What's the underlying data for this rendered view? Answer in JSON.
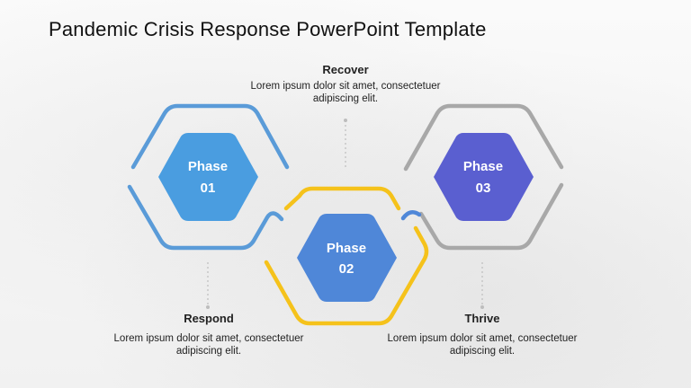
{
  "slide": {
    "title": "Pandemic Crisis Response PowerPoint Template"
  },
  "phases": [
    {
      "line1": "Phase",
      "line2": "01",
      "title": "Respond",
      "desc1": "Lorem ipsum dolor sit amet, consectetuer",
      "desc2": "adipiscing elit.",
      "fill_color": "#4a9de0",
      "outline_color": "#5a9bd8"
    },
    {
      "line1": "Phase",
      "line2": "02",
      "title": "Recover",
      "desc1": "Lorem ipsum dolor sit amet, consectetuer",
      "desc2": "adipiscing elit.",
      "fill_color": "#4f87d8",
      "outline_color": "#f5c21b"
    },
    {
      "line1": "Phase",
      "line2": "03",
      "title": "Thrive",
      "desc1": "Lorem ipsum dolor sit amet, consectetuer",
      "desc2": "adipiscing elit.",
      "fill_color": "#5a5fd0",
      "outline_color": "#a8a8a8"
    }
  ]
}
